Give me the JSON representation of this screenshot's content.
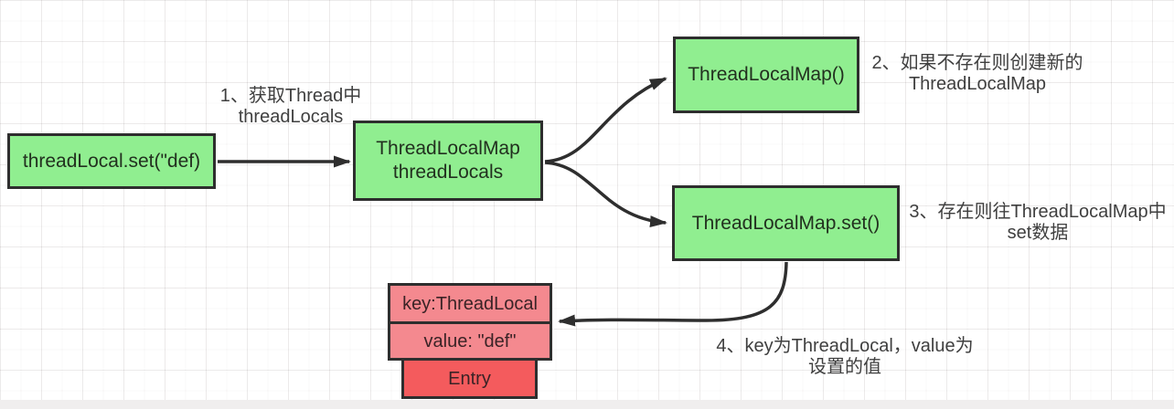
{
  "colors": {
    "node_green_fill": "#90ee90",
    "node_pink_fill": "#f4898f",
    "node_red_fill": "#f45b5d",
    "node_border": "#2e2e2e",
    "arrow_stroke": "#2e2e2e",
    "annotation_text": "#3f3f3f",
    "bottom_strip": "#f0eeee"
  },
  "nodes": {
    "thread_local_set": {
      "label": "threadLocal.set(\"def)"
    },
    "thread_locals": {
      "label": "ThreadLocalMap\nthreadLocals"
    },
    "thread_local_map_new": {
      "label": "ThreadLocalMap()"
    },
    "thread_local_map_set": {
      "label": "ThreadLocalMap.set()"
    },
    "entry_key": {
      "label": "key:ThreadLocal"
    },
    "entry_value": {
      "label": "value: \"def\""
    },
    "entry": {
      "label": "Entry"
    }
  },
  "annotations": {
    "step1": {
      "text": "1、获取Thread中\nthreadLocals"
    },
    "step2": {
      "text": "2、如果不存在则创建新的\nThreadLocalMap"
    },
    "step3": {
      "text": "3、存在则往ThreadLocalMap中\nset数据"
    },
    "step4": {
      "text": "4、key为ThreadLocal，value为\n设置的值"
    }
  },
  "edges": [
    {
      "from": "thread_local_set",
      "to": "thread_locals"
    },
    {
      "from": "thread_locals",
      "to": "thread_local_map_new"
    },
    {
      "from": "thread_locals",
      "to": "thread_local_map_set"
    },
    {
      "from": "thread_local_map_set",
      "to": "entry_value"
    }
  ]
}
